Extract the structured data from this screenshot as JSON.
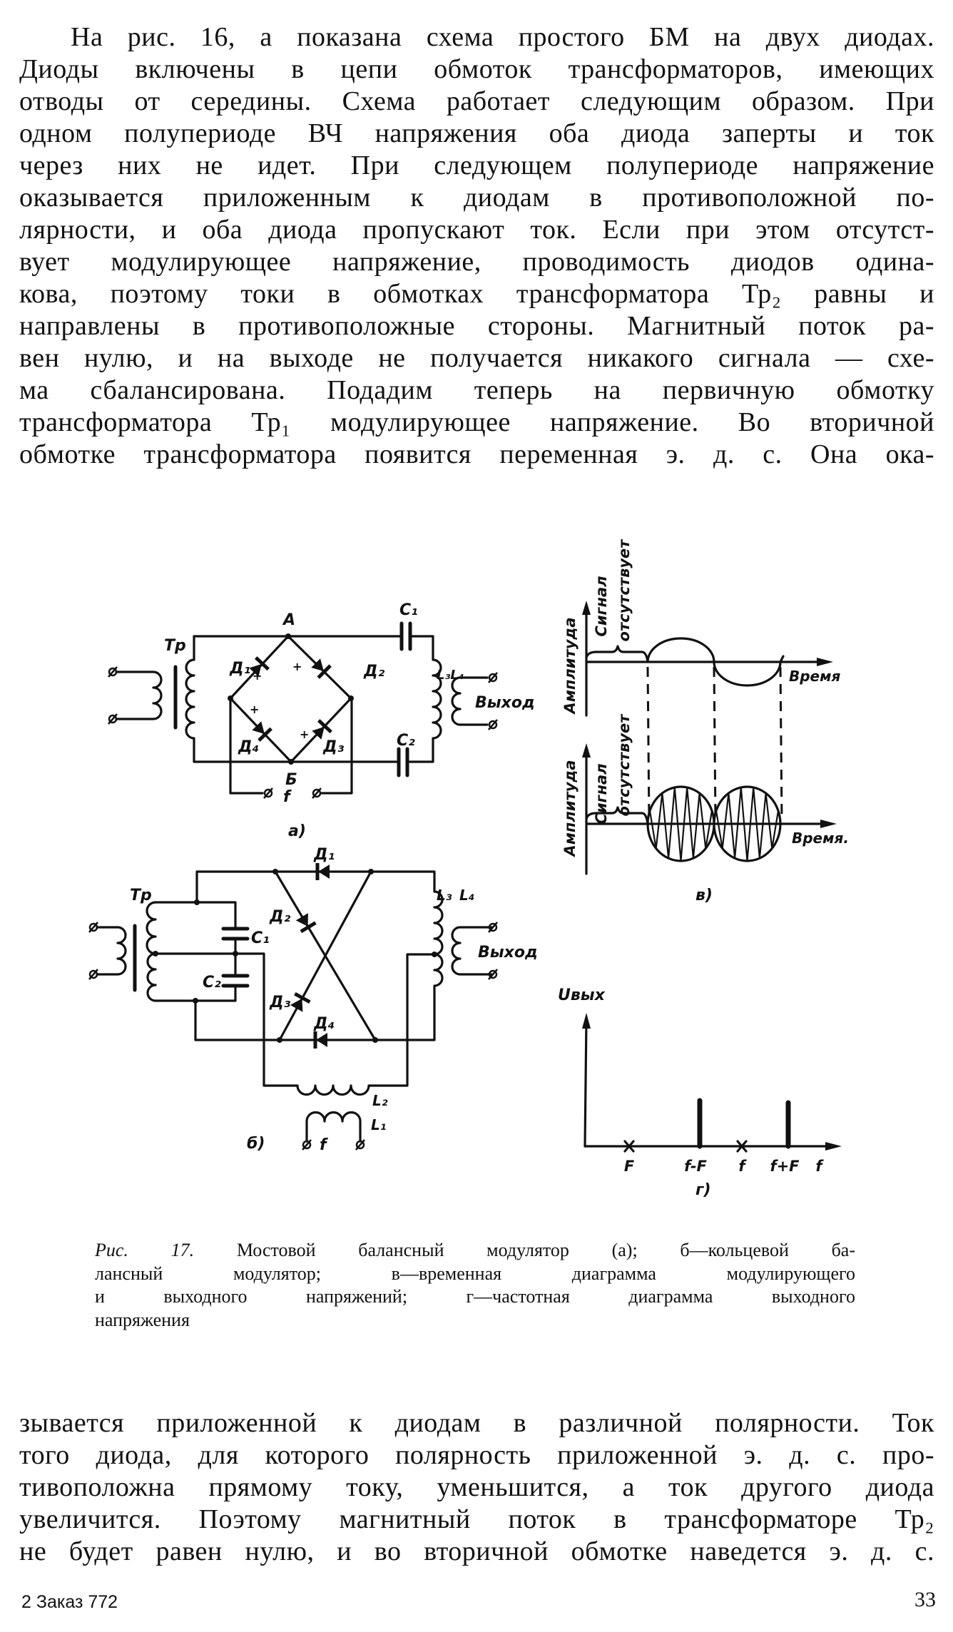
{
  "body_top": [
    "На рис. 16, а показана схема простого БМ на двух диодах.",
    "Диоды включены в цепи обмоток трансформаторов, имеющих",
    "отводы от середины. Схема работает следующим образом. При",
    "одном полупериоде ВЧ напряжения оба диода заперты и ток",
    "через них не идет. При следующем полупериоде напряжение",
    "оказывается приложенным к диодам в противоположной по-",
    "лярности, и оба диода пропускают ток. Если при этом отсутст-",
    "вует модулирующее напряжение, проводимость диодов одина-",
    "кова, поэтому токи в обмотках трансформатора Тр₂ равны и",
    "направлены в противоположные стороны. Магнитный поток ра-",
    "вен нулю, и на выходе не получается никакого сигнала — схе-",
    "ма сбалансирована. Подадим теперь на первичную обмотку",
    "трансформатора Тр₁ модулирующее напряжение. Во вторичной",
    "обмотке трансформатора появится переменная э. д. с. Она ока-"
  ],
  "figure": {
    "a": {
      "tr": "Тр",
      "node_a": "А",
      "node_b": "Б",
      "c1": "C₁",
      "c2": "C₂",
      "d1": "Д₁",
      "d2": "Д₂",
      "d3": "Д₃",
      "d4": "Д₄",
      "l3l4": "L₃L₄",
      "output": "Выход",
      "f": "f",
      "plus": "+",
      "panel": "а)"
    },
    "b": {
      "tr": "Тр",
      "c1": "C₁",
      "c2": "C₂",
      "d1": "Д₁",
      "d2": "Д₂",
      "d3": "Д₃",
      "d4": "Д₄",
      "l3": "L₃",
      "l4": "L₄",
      "l2": "L₂",
      "l1": "L₁",
      "output": "Выход",
      "f": "f",
      "panel": "б)"
    },
    "v": {
      "ylabel": "Амплитуда",
      "signal": "Сигнал",
      "absent": "отсутствует",
      "xlabel_top": "Время",
      "xlabel_bottom": "Время.",
      "panel": "в)"
    },
    "g": {
      "ylabel": "Uвых",
      "ticks": [
        "F",
        "f-F",
        "f",
        "f+F",
        "f"
      ],
      "panel": "г)"
    }
  },
  "caption": {
    "fig_label": "Рис. 17.",
    "line1": "Мостовой балансный модулятор (а); б—кольцевой ба-",
    "lines": [
      "лансный модулятор; в—временная диаграмма модулирующего",
      "и выходного напряжений; г—частотная диаграмма выходного",
      "напряжения"
    ]
  },
  "body_bottom": [
    "зывается приложенной к диодам в различной полярности. Ток",
    "того диода, для которого полярность приложенной э. д. с. про-",
    "тивоположна прямому току, уменьшится, а ток другого диода",
    "увеличится. Поэтому магнитный поток в трансформаторе Тр₂",
    "не будет равен нулю, и во вторичной обмотке наведется э. д. с."
  ],
  "footer": {
    "signature": "2 Заказ 772",
    "page": "33"
  }
}
